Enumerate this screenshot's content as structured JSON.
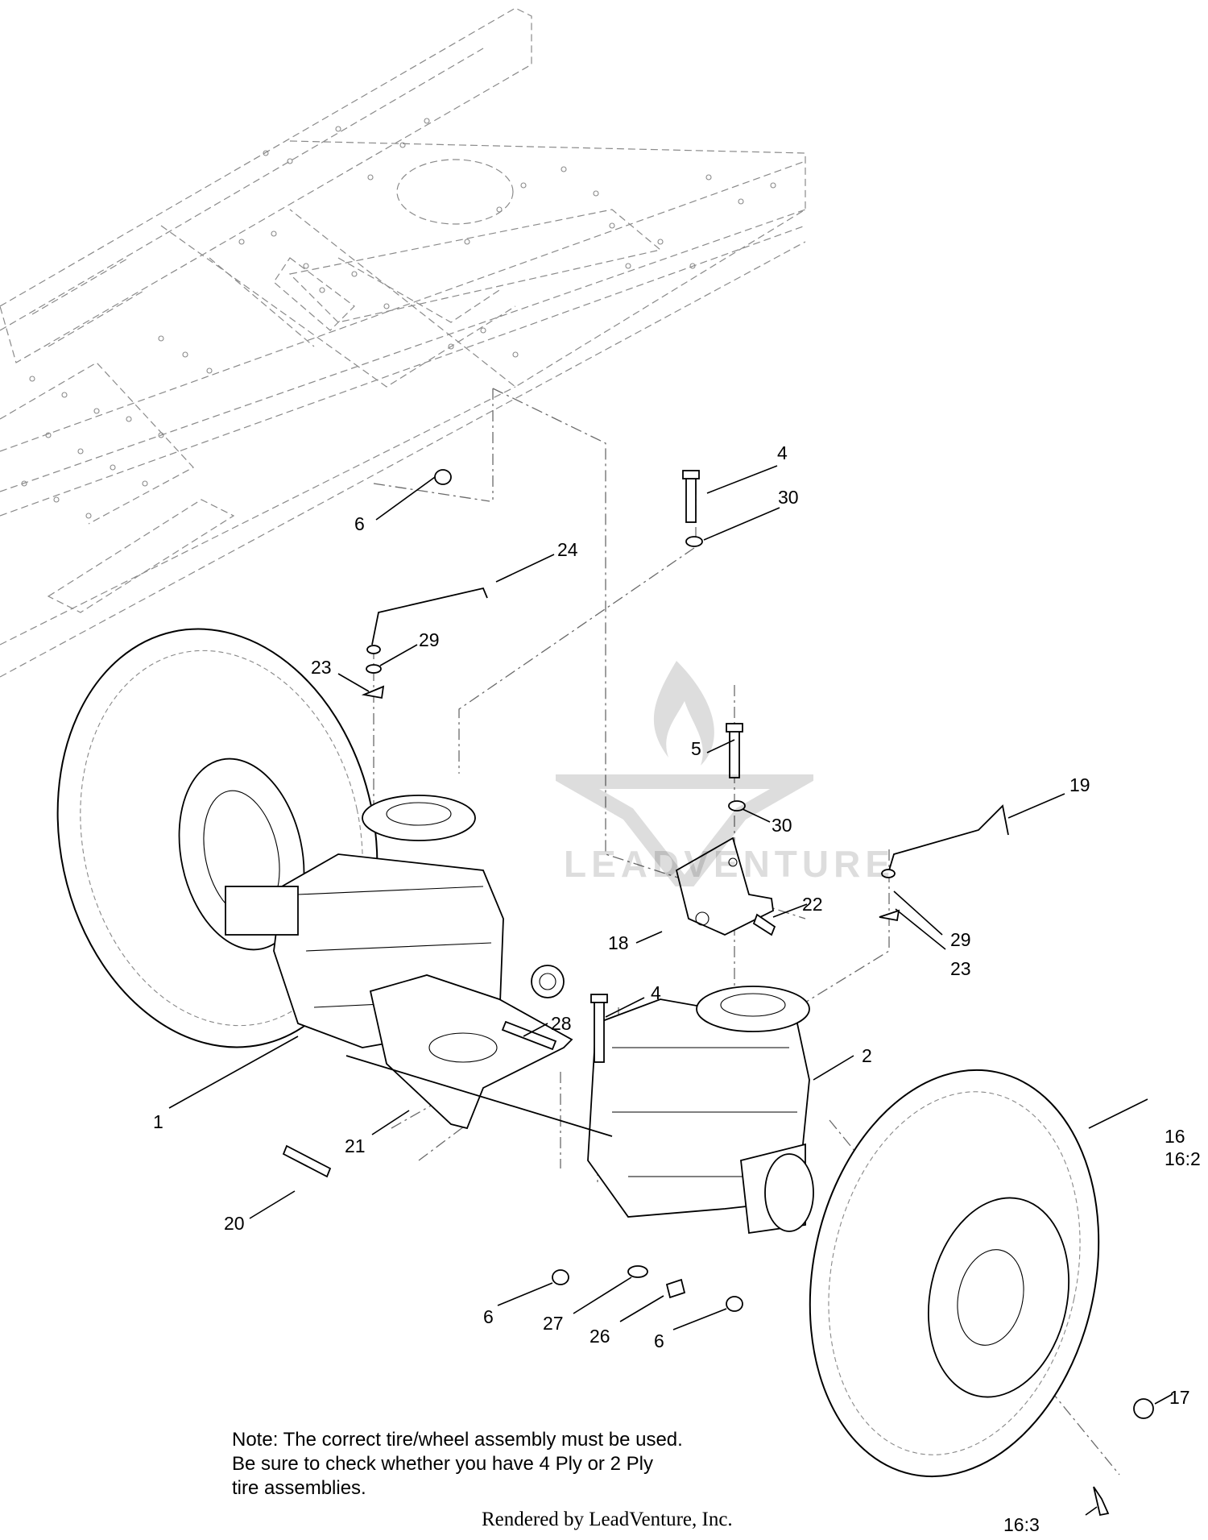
{
  "callouts": [
    {
      "id": "c1",
      "text": "1"
    },
    {
      "id": "c2",
      "text": "2"
    },
    {
      "id": "c4a",
      "text": "4"
    },
    {
      "id": "c4b",
      "text": "4"
    },
    {
      "id": "c5",
      "text": "5"
    },
    {
      "id": "c6a",
      "text": "6"
    },
    {
      "id": "c6b",
      "text": "6"
    },
    {
      "id": "c6c",
      "text": "6"
    },
    {
      "id": "c16",
      "text": "16"
    },
    {
      "id": "c16_2",
      "text": "16:2"
    },
    {
      "id": "c16_3",
      "text": "16:3"
    },
    {
      "id": "c17",
      "text": "17"
    },
    {
      "id": "c18",
      "text": "18"
    },
    {
      "id": "c19",
      "text": "19"
    },
    {
      "id": "c20",
      "text": "20"
    },
    {
      "id": "c21",
      "text": "21"
    },
    {
      "id": "c22",
      "text": "22"
    },
    {
      "id": "c23a",
      "text": "23"
    },
    {
      "id": "c23b",
      "text": "23"
    },
    {
      "id": "c24",
      "text": "24"
    },
    {
      "id": "c26",
      "text": "26"
    },
    {
      "id": "c27",
      "text": "27"
    },
    {
      "id": "c28",
      "text": "28"
    },
    {
      "id": "c29a",
      "text": "29"
    },
    {
      "id": "c29b",
      "text": "29"
    },
    {
      "id": "c30a",
      "text": "30"
    },
    {
      "id": "c30b",
      "text": "30"
    }
  ],
  "note": {
    "line1": "Note: The correct tire/wheel assembly must be used.",
    "line2": "Be sure to check whether you have 4 Ply or 2 Ply",
    "line3": "tire assemblies."
  },
  "footer": "Rendered by LeadVenture, Inc.",
  "watermark": "LEADVENTURE"
}
